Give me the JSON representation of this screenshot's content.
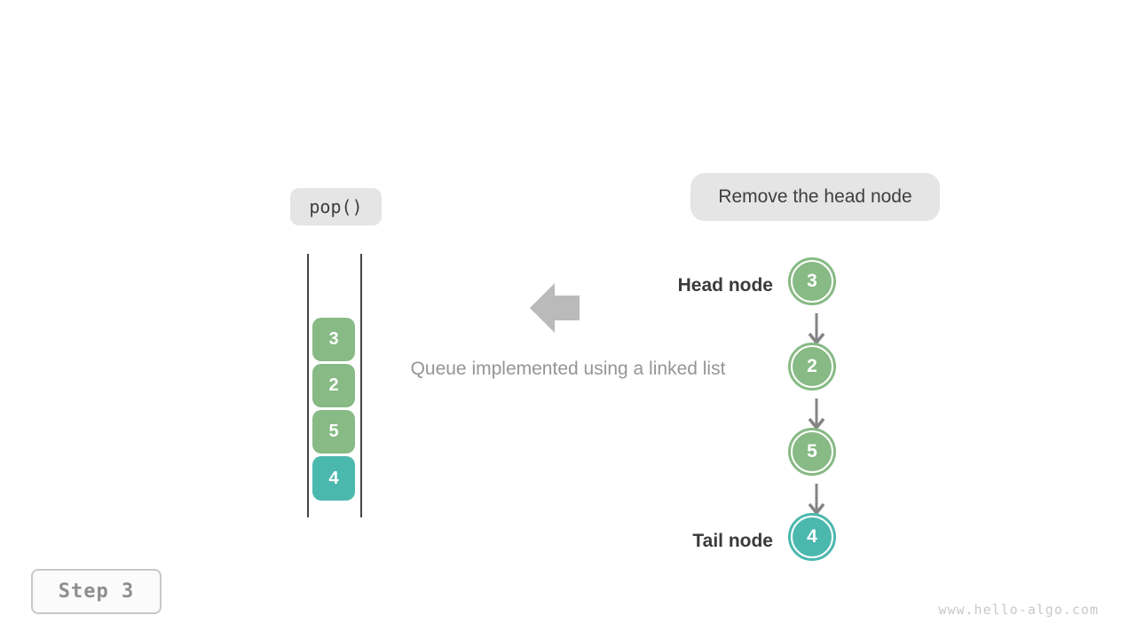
{
  "colors": {
    "green": "#87ba85",
    "teal": "#4bb8ae",
    "label_bg": "#e5e5e5",
    "dark_text": "#3e3e3e",
    "caption_text": "#959595",
    "big_arrow_gray": "#bababa",
    "connector_gray": "#848484"
  },
  "pop_label": "pop()",
  "action_label": "Remove the head node",
  "caption": "Queue implemented using a linked list",
  "step_label": "Step 3",
  "watermark": "www.hello-algo.com",
  "queue_stack": {
    "boxes": [
      {
        "value": "3",
        "color": "#87ba85"
      },
      {
        "value": "2",
        "color": "#87ba85"
      },
      {
        "value": "5",
        "color": "#87ba85"
      },
      {
        "value": "4",
        "color": "#4bb8ae"
      }
    ]
  },
  "linked_list": {
    "head_label": "Head node",
    "tail_label": "Tail node",
    "nodes": [
      {
        "value": "3",
        "color": "#87ba85"
      },
      {
        "value": "2",
        "color": "#87ba85"
      },
      {
        "value": "5",
        "color": "#87ba85"
      },
      {
        "value": "4",
        "color": "#4bb8ae"
      }
    ]
  }
}
